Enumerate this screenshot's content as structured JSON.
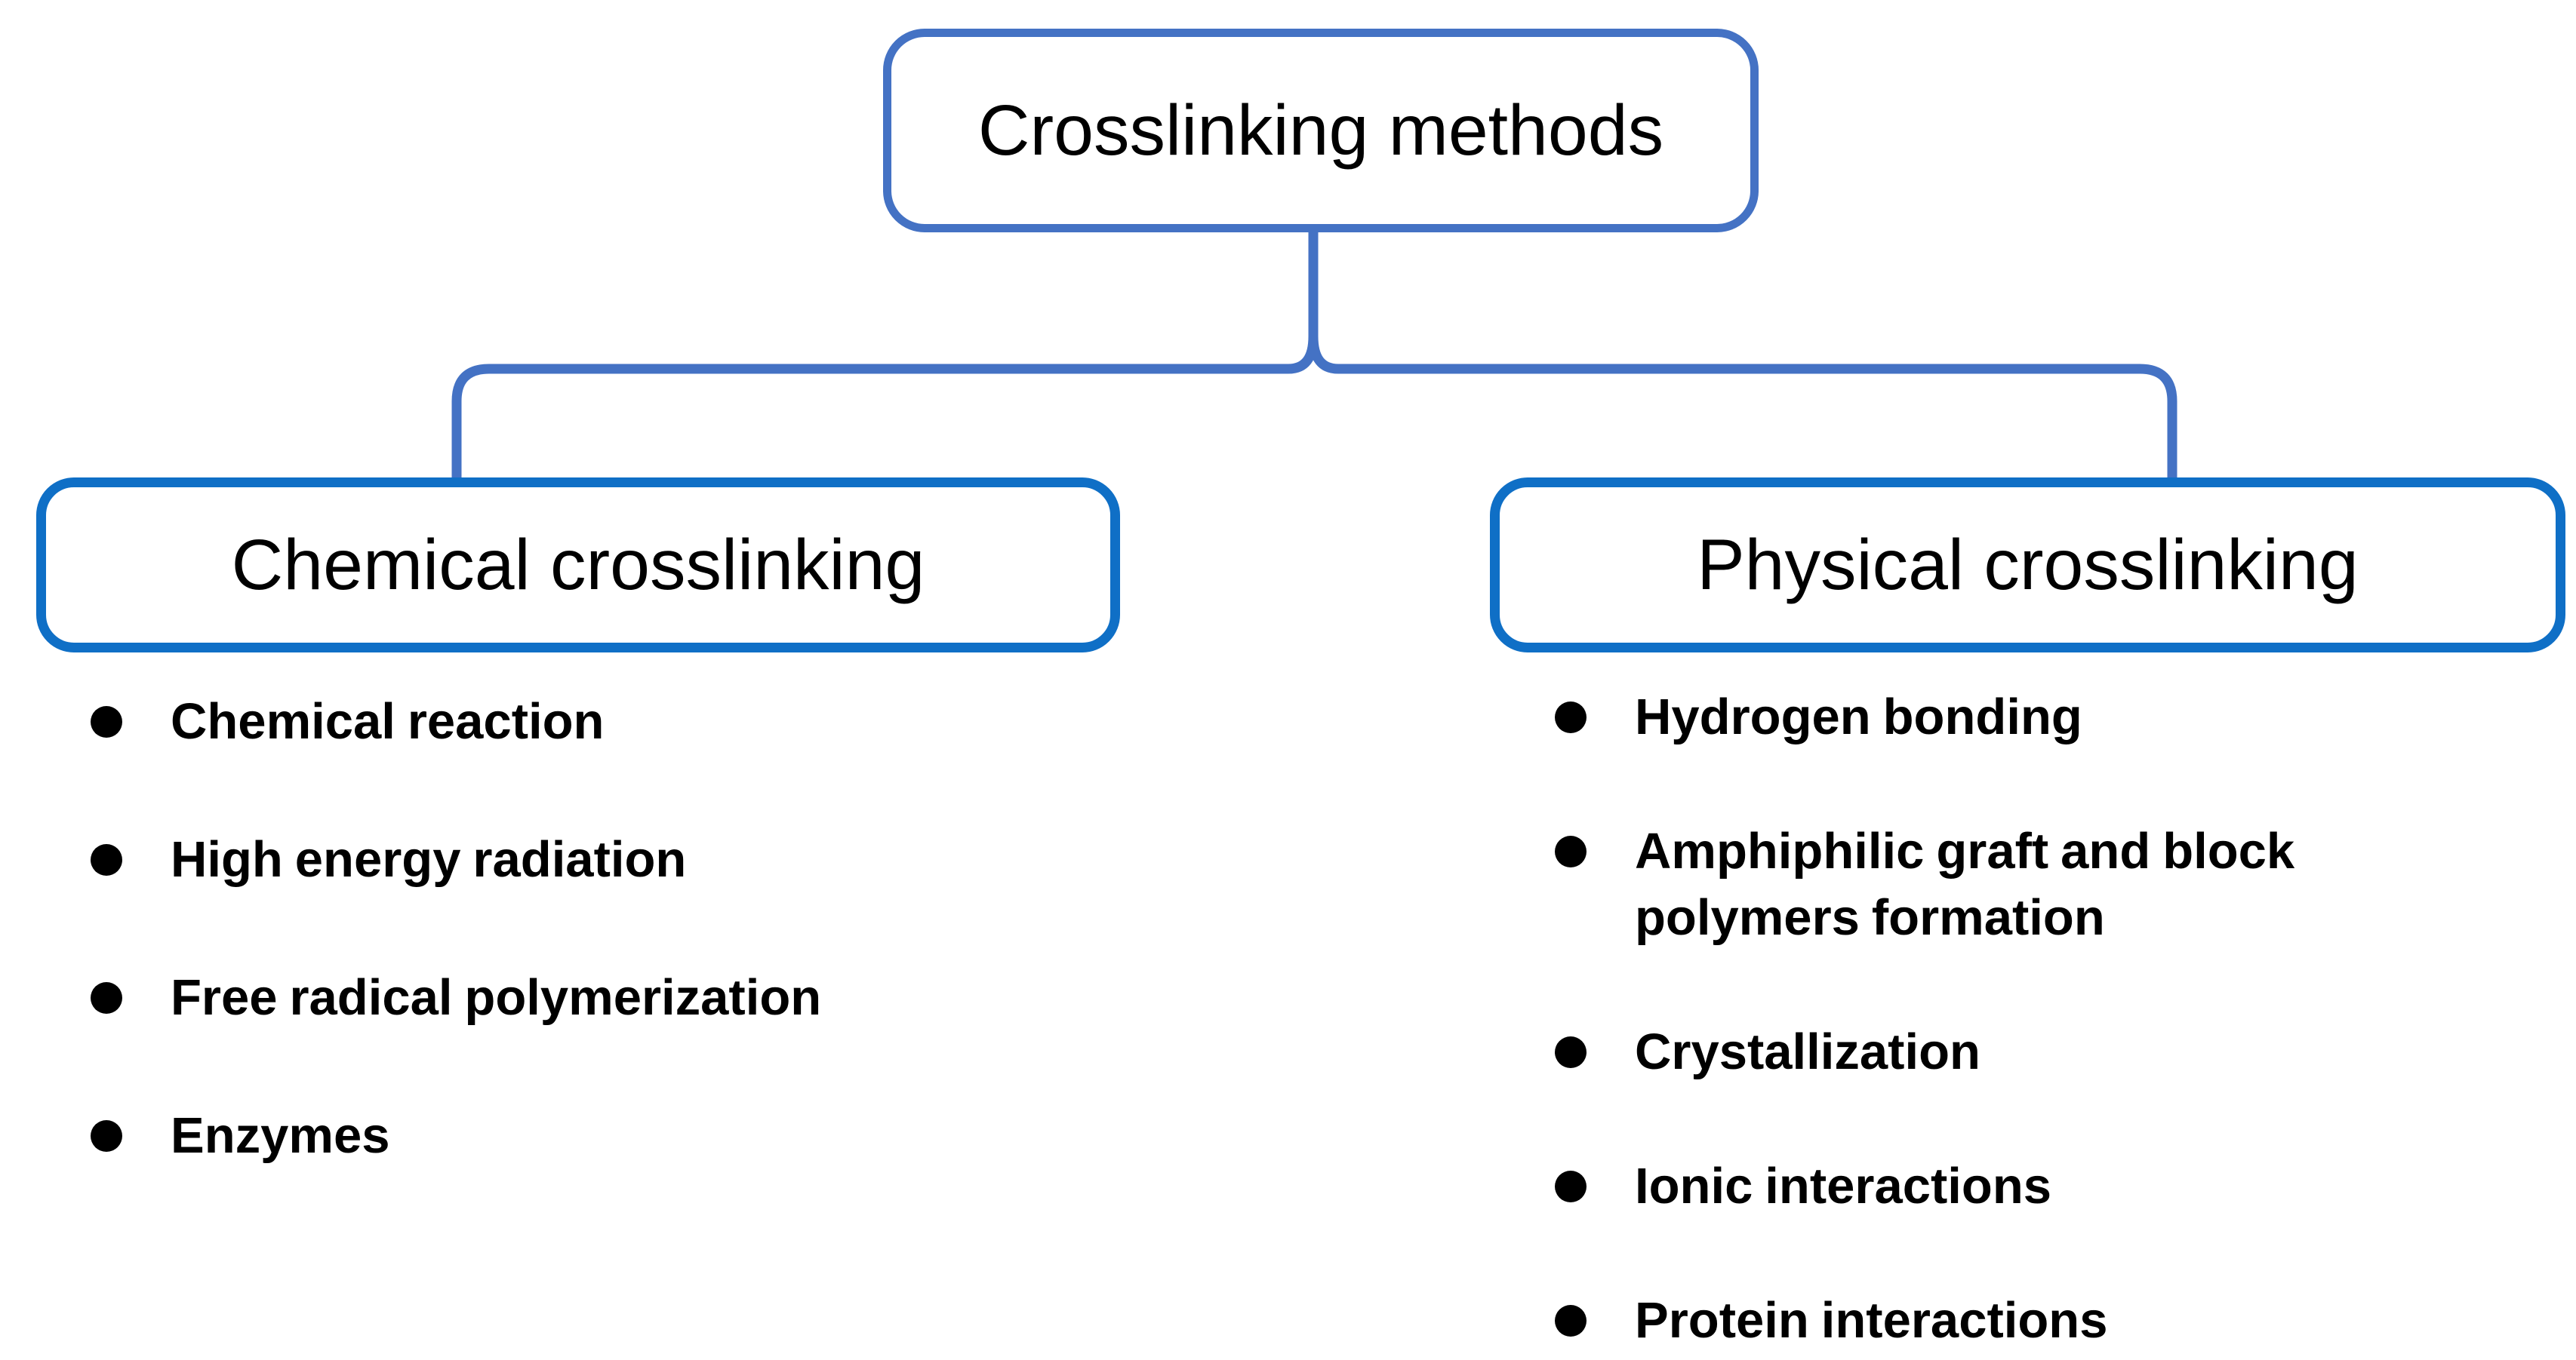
{
  "diagram": {
    "root": {
      "label": "Crosslinking methods"
    },
    "branches": [
      {
        "label": "Chemical crosslinking",
        "items": [
          [
            "Chemical reaction"
          ],
          [
            "High energy radiation"
          ],
          [
            "Free radical polymerization"
          ],
          [
            "Enzymes"
          ]
        ]
      },
      {
        "label": "Physical crosslinking",
        "items": [
          [
            "Hydrogen bonding"
          ],
          [
            "Amphiphilic graft and block",
            "polymers formation"
          ],
          [
            "Crystallization"
          ],
          [
            "Ionic interactions"
          ],
          [
            "Protein interactions"
          ]
        ]
      }
    ]
  },
  "colors": {
    "root_border": "#4472C4",
    "connector": "#4472C4",
    "branch_border": "#0F6FC6",
    "text": "#000000",
    "bullet": "#000000",
    "background": "#FFFFFF"
  }
}
